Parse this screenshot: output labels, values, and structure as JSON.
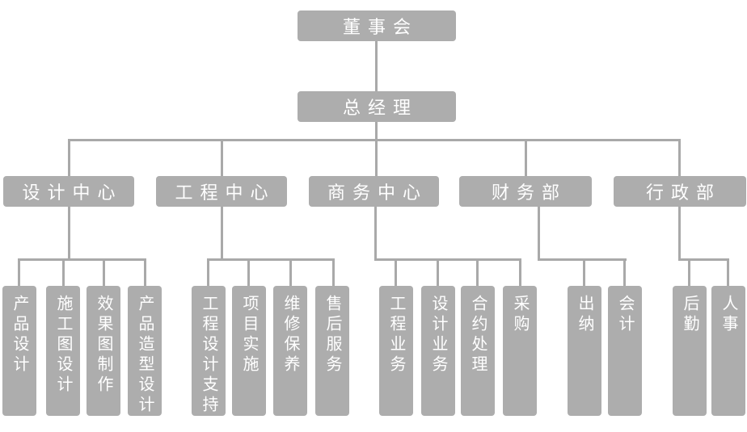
{
  "org_chart": {
    "type": "organization-chart",
    "root": {
      "label": "董事会"
    },
    "executive": {
      "label": "总经理"
    },
    "departments": [
      {
        "label": "设计中心",
        "children": [
          "产品设计",
          "施工图设计",
          "效果图制作",
          "产品造型设计"
        ]
      },
      {
        "label": "工程中心",
        "children": [
          "工程设计支持",
          "项目实施",
          "维修保养",
          "售后服务"
        ]
      },
      {
        "label": "商务中心",
        "children": [
          "工程业务",
          "设计业务",
          "合约处理",
          "采购"
        ]
      },
      {
        "label": "财务部",
        "children": [
          "出纳",
          "会计"
        ]
      },
      {
        "label": "行政部",
        "children": [
          "后勤",
          "人事"
        ]
      }
    ],
    "colors": {
      "box_fill": "#adadad",
      "connector": "#a9a9a9",
      "text": "#ffffff",
      "background": "#ffffff"
    }
  }
}
